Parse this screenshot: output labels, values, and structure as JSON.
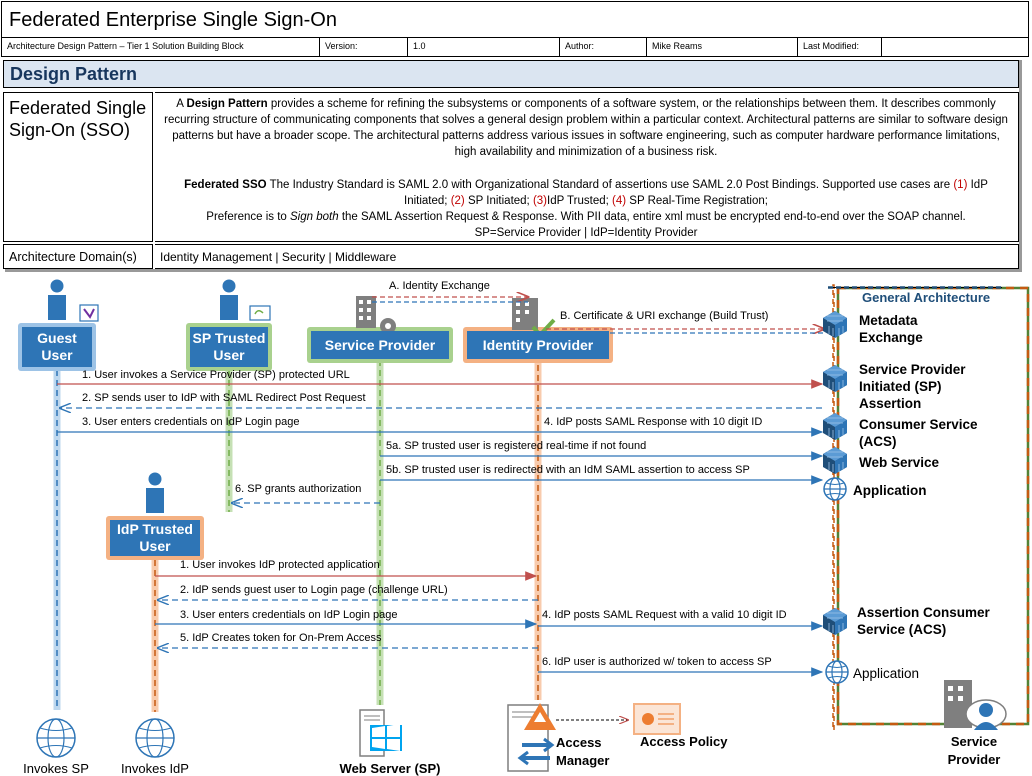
{
  "header": {
    "title": "Federated Enterprise Single Sign-On",
    "meta": {
      "doc_type": "Architecture Design Pattern – Tier 1 Solution Building Block",
      "version_label": "Version:",
      "version_value": "1.0",
      "author_label": "Author:",
      "author_value": "Mike Reams",
      "modified_label": "Last Modified:",
      "modified_value": ""
    }
  },
  "design_pattern": {
    "heading": "Design Pattern",
    "name": "Federated Single Sign-On (SSO)",
    "p1_bold": "Design Pattern",
    "p1_pre": "A ",
    "p1_text": " provides a scheme for refining the subsystems or components of a software system, or the relationships between them. It describes commonly recurring structure of communicating components that solves a general design problem within a particular context. Architectural patterns are similar to software design patterns but have a broader scope. The architectural patterns address various issues in software engineering, such as computer hardware performance limitations, high availability and minimization of a business risk.",
    "p2_bold": "Federated SSO",
    "p2_text": " The Industry Standard is SAML 2.0 with Organizational Standard of assertions use SAML 2.0 Post Bindings. Supported use cases are ",
    "uc1": "(1)",
    "uc1_text": " IdP Initiated; ",
    "uc2": "(2)",
    "uc2_text": " SP Initiated; ",
    "uc3": "(3)",
    "uc3_text": "IdP Trusted; ",
    "uc4": "(4)",
    "uc4_text": " SP Real-Time Registration;",
    "p3_pre": "Preference is to ",
    "p3_italic": "Sign both",
    "p3_text": " the SAML Assertion Request & Response. With PII data, entire xml must be encrypted end-to-end over the SOAP channel.",
    "p4": "SP=Service Provider | IdP=Identity Provider",
    "domain_label": "Architecture Domain(s)",
    "domain_value": "Identity Management | Security | Middleware"
  },
  "actors": {
    "guest": "Guest User",
    "sp_trusted": "SP Trusted User",
    "service_provider": "Service Provider",
    "identity_provider": "Identity Provider",
    "idp_trusted": "IdP Trusted User"
  },
  "general_architecture": "General Architecture",
  "side_labels": {
    "metadata": "Metadata Exchange",
    "sp_initiated": "Service Provider Initiated (SP) Assertion",
    "acs1": "Consumer Service (ACS)",
    "web_service": "Web Service",
    "application1": "Application",
    "acs2": "Assertion Consumer Service (ACS)",
    "application2": "Application"
  },
  "messages": {
    "a": "A. Identity Exchange",
    "b": "B. Certificate & URI exchange (Build Trust)",
    "m1": "1. User invokes a Service Provider (SP) protected URL",
    "m2": "2. SP sends user to IdP with SAML Redirect Post Request",
    "m3": "3. User enters credentials on IdP Login page",
    "m4": "4. IdP posts SAML Response with 10 digit ID",
    "m5a": "5a. SP trusted user is registered real-time if not found",
    "m5b": "5b. SP trusted user is redirected with an IdM SAML assertion to access SP",
    "m6": "6. SP grants authorization",
    "n1": "1. User invokes IdP protected application",
    "n2": "2. IdP sends guest user to Login page (challenge URL)",
    "n3": "3. User enters credentials on IdP Login page",
    "n4": "4. IdP posts SAML Request with a valid 10 digit ID",
    "n5": "5. IdP Creates token for On-Prem Access",
    "n6": "6. IdP user is authorized w/ token to access SP"
  },
  "footer": {
    "invokes_sp": "Invokes SP",
    "invokes_idp": "Invokes IdP",
    "web_server": "Web Server (SP)",
    "access_manager": "Access Manager",
    "access_policy": "Access Policy",
    "service_provider": "Service Provider"
  },
  "colors": {
    "actor_blue": "#2e75b6",
    "guest_glow": "#9dc3e6",
    "sp_glow": "#a9d18e",
    "idp_glow": "#f4b183",
    "solid_arrow_red": "#c0504d",
    "solid_arrow_blue": "#2e75b6",
    "ga_border": "#548235",
    "ga_dash": "#c55a11"
  }
}
